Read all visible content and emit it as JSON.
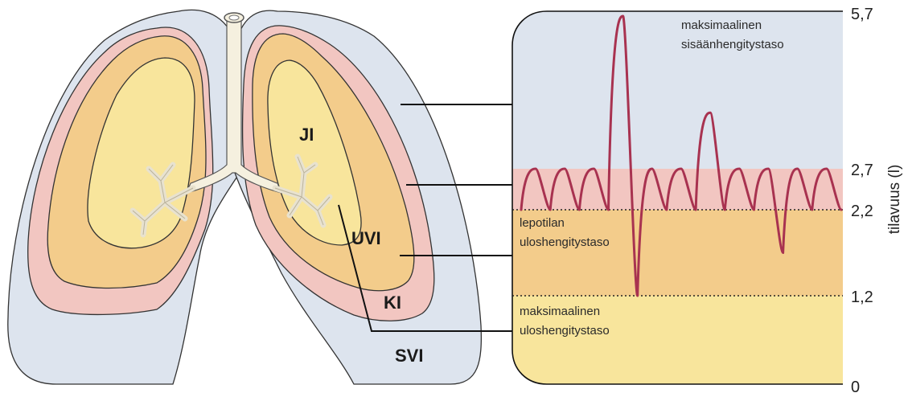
{
  "lung_labels": {
    "ji": "JI",
    "uvi": "UVI",
    "ki": "KI",
    "svi": "SVI"
  },
  "annotations": {
    "max_inspiration_line1": "maksimaalinen",
    "max_inspiration_line2": "sisäänhengitystaso",
    "rest_expiration_line1": "lepotilan",
    "rest_expiration_line2": "uloshengitystaso",
    "max_expiration_line1": "maksimaalinen",
    "max_expiration_line2": "uloshengitystaso"
  },
  "y_axis": {
    "label": "tilavuus (l)",
    "ticks": [
      "5,7",
      "2,7",
      "2,2",
      "1,2",
      "0"
    ]
  },
  "chart_data": {
    "type": "line",
    "ylabel": "tilavuus (l)",
    "yticks": [
      5.7,
      2.7,
      2.2,
      1.2,
      0
    ],
    "levels": {
      "max_inspiration": 5.7,
      "tidal_top": 2.7,
      "resting_expiration": 2.2,
      "max_expiration": 1.2,
      "zero": 0
    }
  },
  "colors": {
    "svi_zone": "#dde4ee",
    "ki_zone": "#f2c6c1",
    "uvi_zone": "#f3cc8b",
    "ji_zone": "#f8e59c",
    "trace": "#a83250",
    "airway": "#f5f0df"
  }
}
